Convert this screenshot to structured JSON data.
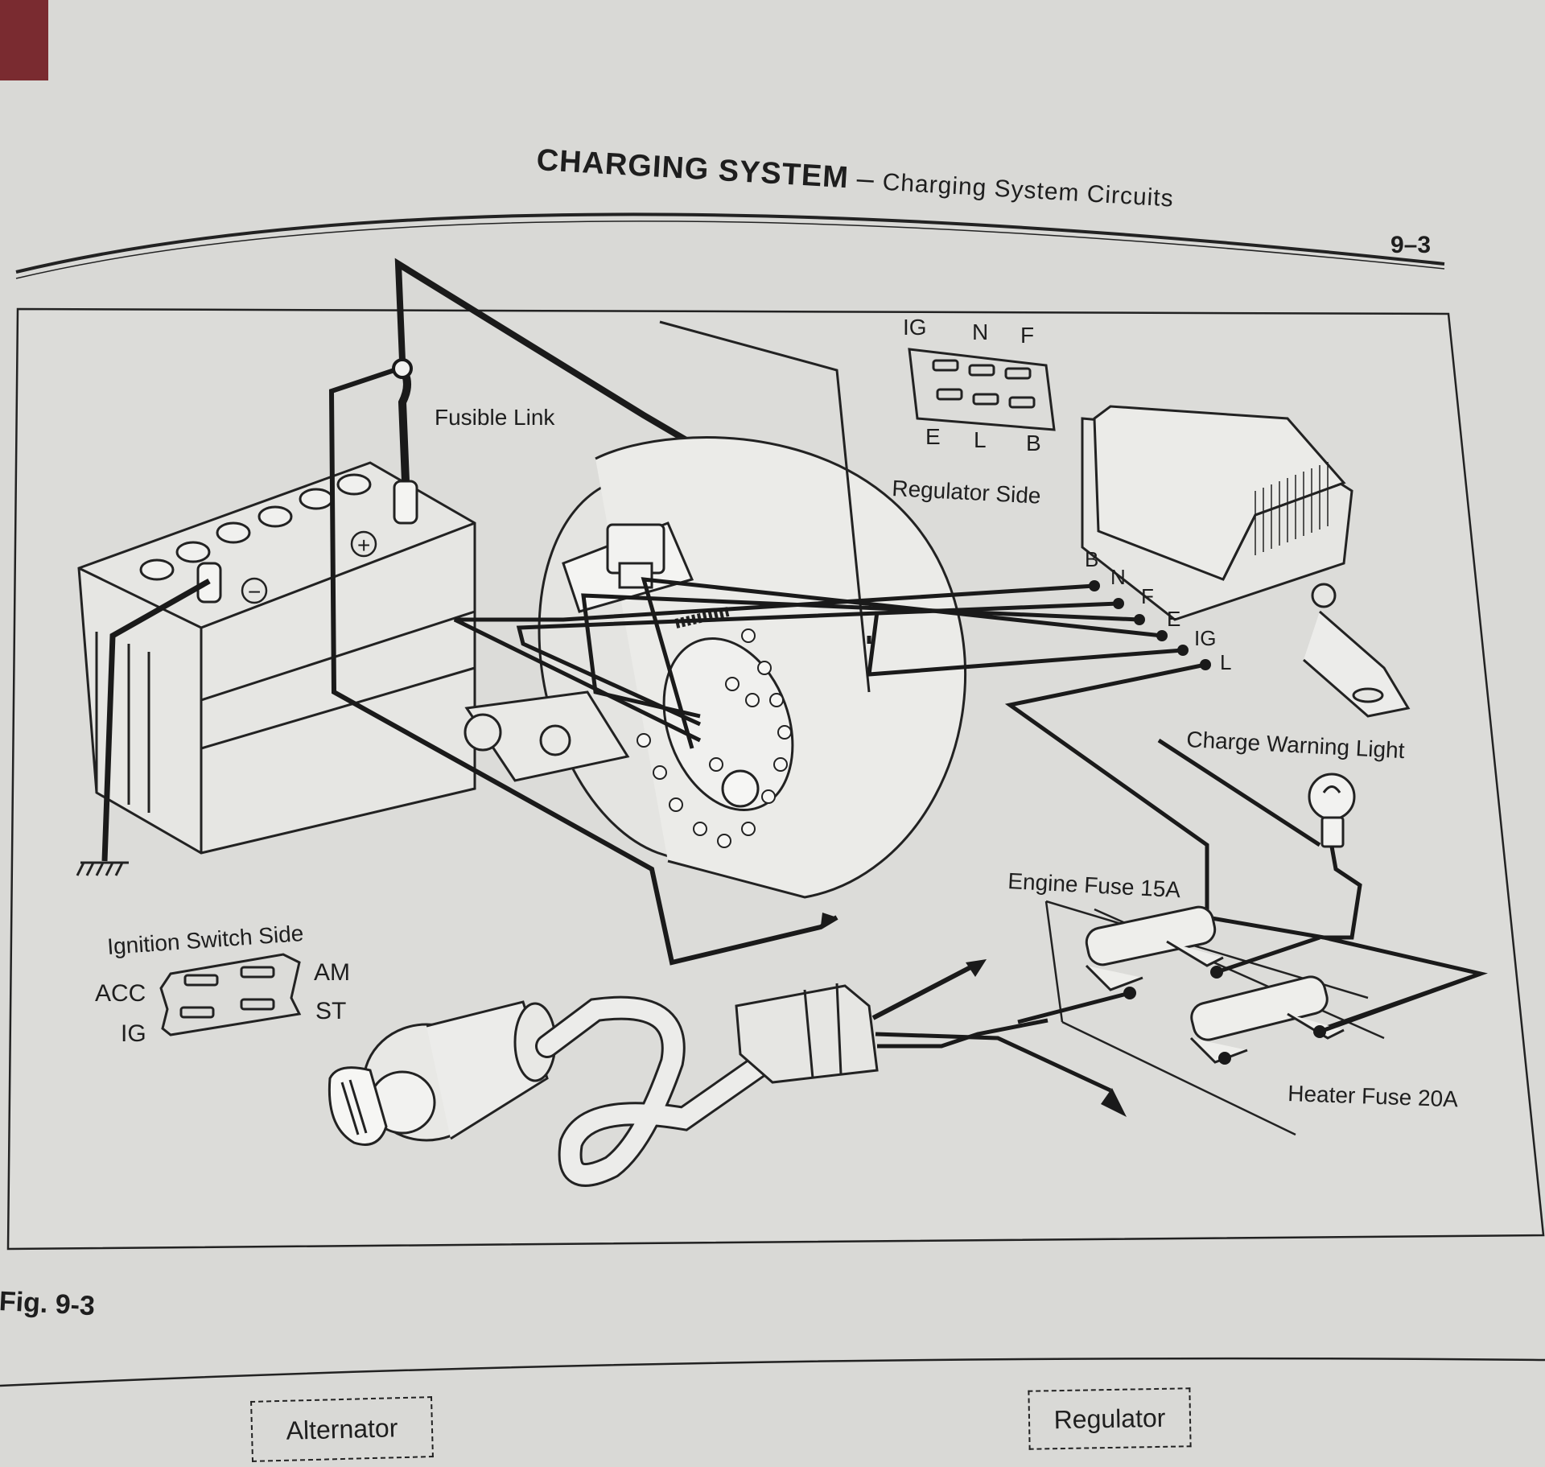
{
  "header": {
    "section": "CHARGING SYSTEM",
    "separator": "–",
    "subsection": "Charging System Circuits",
    "page_number": "9–3"
  },
  "figure": {
    "caption": "Fig. 9-3",
    "labels": {
      "fusible_link": "Fusible Link",
      "regulator_side": "Regulator Side",
      "charge_warning_light": "Charge Warning Light",
      "engine_fuse": "Engine Fuse 15A",
      "heater_fuse": "Heater Fuse 20A",
      "ignition_switch_side": "Ignition Switch Side"
    },
    "regulator_connector": {
      "top": [
        "IG",
        "N",
        "F"
      ],
      "bottom": [
        "E",
        "L",
        "B"
      ]
    },
    "regulator_terminals": [
      "B",
      "N",
      "F",
      "E",
      "IG",
      "L"
    ],
    "ignition_connector": {
      "left": [
        "ACC",
        "IG"
      ],
      "right": [
        "AM",
        "ST"
      ]
    },
    "battery_symbols": [
      "+",
      "−"
    ]
  },
  "footer": {
    "alternator": "Alternator",
    "regulator": "Regulator"
  }
}
